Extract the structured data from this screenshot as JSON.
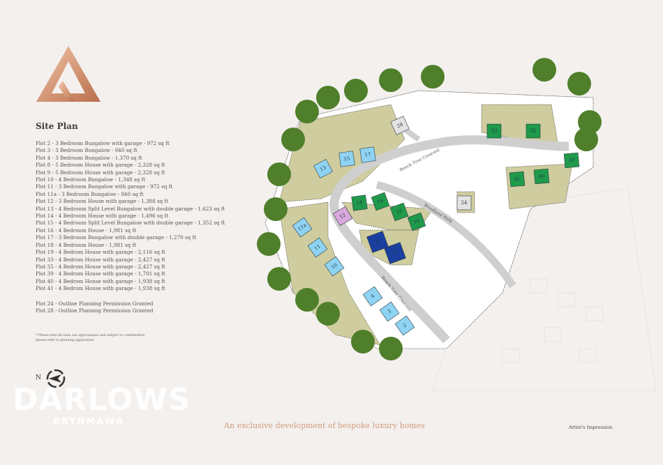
{
  "header": {
    "title": "Site Plan"
  },
  "plots_list": [
    "Plot 2 - 3 Bedroom Bungalow with garage - 972 sq ft",
    "Plot 3 - 3 Bedroom Bungalow - 940 sq ft",
    "Plot 4 - 3 Bedroom Bungalow - 1,370 sq ft",
    "Plot 8 - 5 Bedroom House with garage - 2,328 sq ft",
    "Plot 9 - 5 Bedroom House with garage - 2,328 sq ft",
    "Plot 10 - 4 Bedroom Bungalow - 1,348 sq ft",
    "Plot 11 - 3 Bedroom Bungalow with garage - 972 sq ft",
    "Plot 11a - 3 Bedroom Bungalow - 940 sq ft",
    "Plot 12 - 3 Bedroom House with garage - 1,388 sq ft",
    "Plot 13 - 4 Bedroom Split Level Bungalow with double garage - 1,623 sq ft",
    "Plot 14 - 4 Bedroom House with garage - 1,496 sq ft",
    "Plot 15 - 4 Bedroom Split Level Bungalow with double garage - 1,352 sq ft",
    "Plot 16 - 4 Bedroom House - 1,981 sq ft",
    "Plot 17 - 3 Bedroom Bungalow with double garage - 1,270 sq ft",
    "Plot 18 - 4 Bedroom House - 1,981 sq ft",
    "Plot 19 - 4 Bedrom House with garage - 2,116 sq ft",
    "Plot 33 - 4 Bedrom House with garage - 2,427 sq ft",
    "Plot 35 - 4 Bedrom House with garage - 2,427 sq ft",
    "Plot 39 - 4 Bedrom House with garage - 1,701 sq ft",
    "Plot 40 - 4 Bedrom House with garage - 1,938 sq ft",
    "Plot 41 - 4 Bedrom House with garage - 1,938 sq ft"
  ],
  "planning": [
    "Plot 24 - Outline Planning Permission Granted",
    "Plot 28 - Outline Planning Permission Granted"
  ],
  "note": {
    "line1": "*    Please note all sizes are approximate and subject to confirmation",
    "line2": "please refer to planning application"
  },
  "compass": {
    "north_label": "N",
    "icon": "compass-icon"
  },
  "brand": {
    "name": "DARLOWS",
    "location": "BRYNMAWR"
  },
  "tagline": "An exclusive development of bespoke luxury homes",
  "artist_note": "Artist's Impression",
  "map": {
    "roads": [
      "Beech Tree Crescent",
      "Woodland Walk",
      "Beech Tree Crescent"
    ],
    "colors": {
      "bungalow": "#8fd3f3",
      "house_green": "#1f9a4a",
      "house_navy": "#1a3f9e",
      "plot_12": "#d9a8dd",
      "outline_planning": "#e4e2e2",
      "garden": "#c9c79a",
      "road": "#cfcfcf",
      "trees": "#4f7f2a",
      "accent": "#d39a7a"
    },
    "plots": [
      {
        "label": "2",
        "type": "bungalow"
      },
      {
        "label": "3",
        "type": "bungalow"
      },
      {
        "label": "4",
        "type": "bungalow"
      },
      {
        "label": "8",
        "type": "house_navy"
      },
      {
        "label": "9",
        "type": "house_navy"
      },
      {
        "label": "10",
        "type": "bungalow"
      },
      {
        "label": "11",
        "type": "bungalow"
      },
      {
        "label": "11a",
        "type": "bungalow"
      },
      {
        "label": "12",
        "type": "plot_12"
      },
      {
        "label": "13",
        "type": "bungalow"
      },
      {
        "label": "14",
        "type": "house_green"
      },
      {
        "label": "15",
        "type": "bungalow"
      },
      {
        "label": "16",
        "type": "house_green"
      },
      {
        "label": "17",
        "type": "bungalow"
      },
      {
        "label": "18",
        "type": "house_green"
      },
      {
        "label": "19",
        "type": "house_green"
      },
      {
        "label": "24",
        "type": "outline_planning"
      },
      {
        "label": "28",
        "type": "outline_planning"
      },
      {
        "label": "33",
        "type": "house_green"
      },
      {
        "label": "35",
        "type": "house_green"
      },
      {
        "label": "39",
        "type": "house_green"
      },
      {
        "label": "40",
        "type": "house_green"
      },
      {
        "label": "41",
        "type": "house_green"
      }
    ]
  }
}
